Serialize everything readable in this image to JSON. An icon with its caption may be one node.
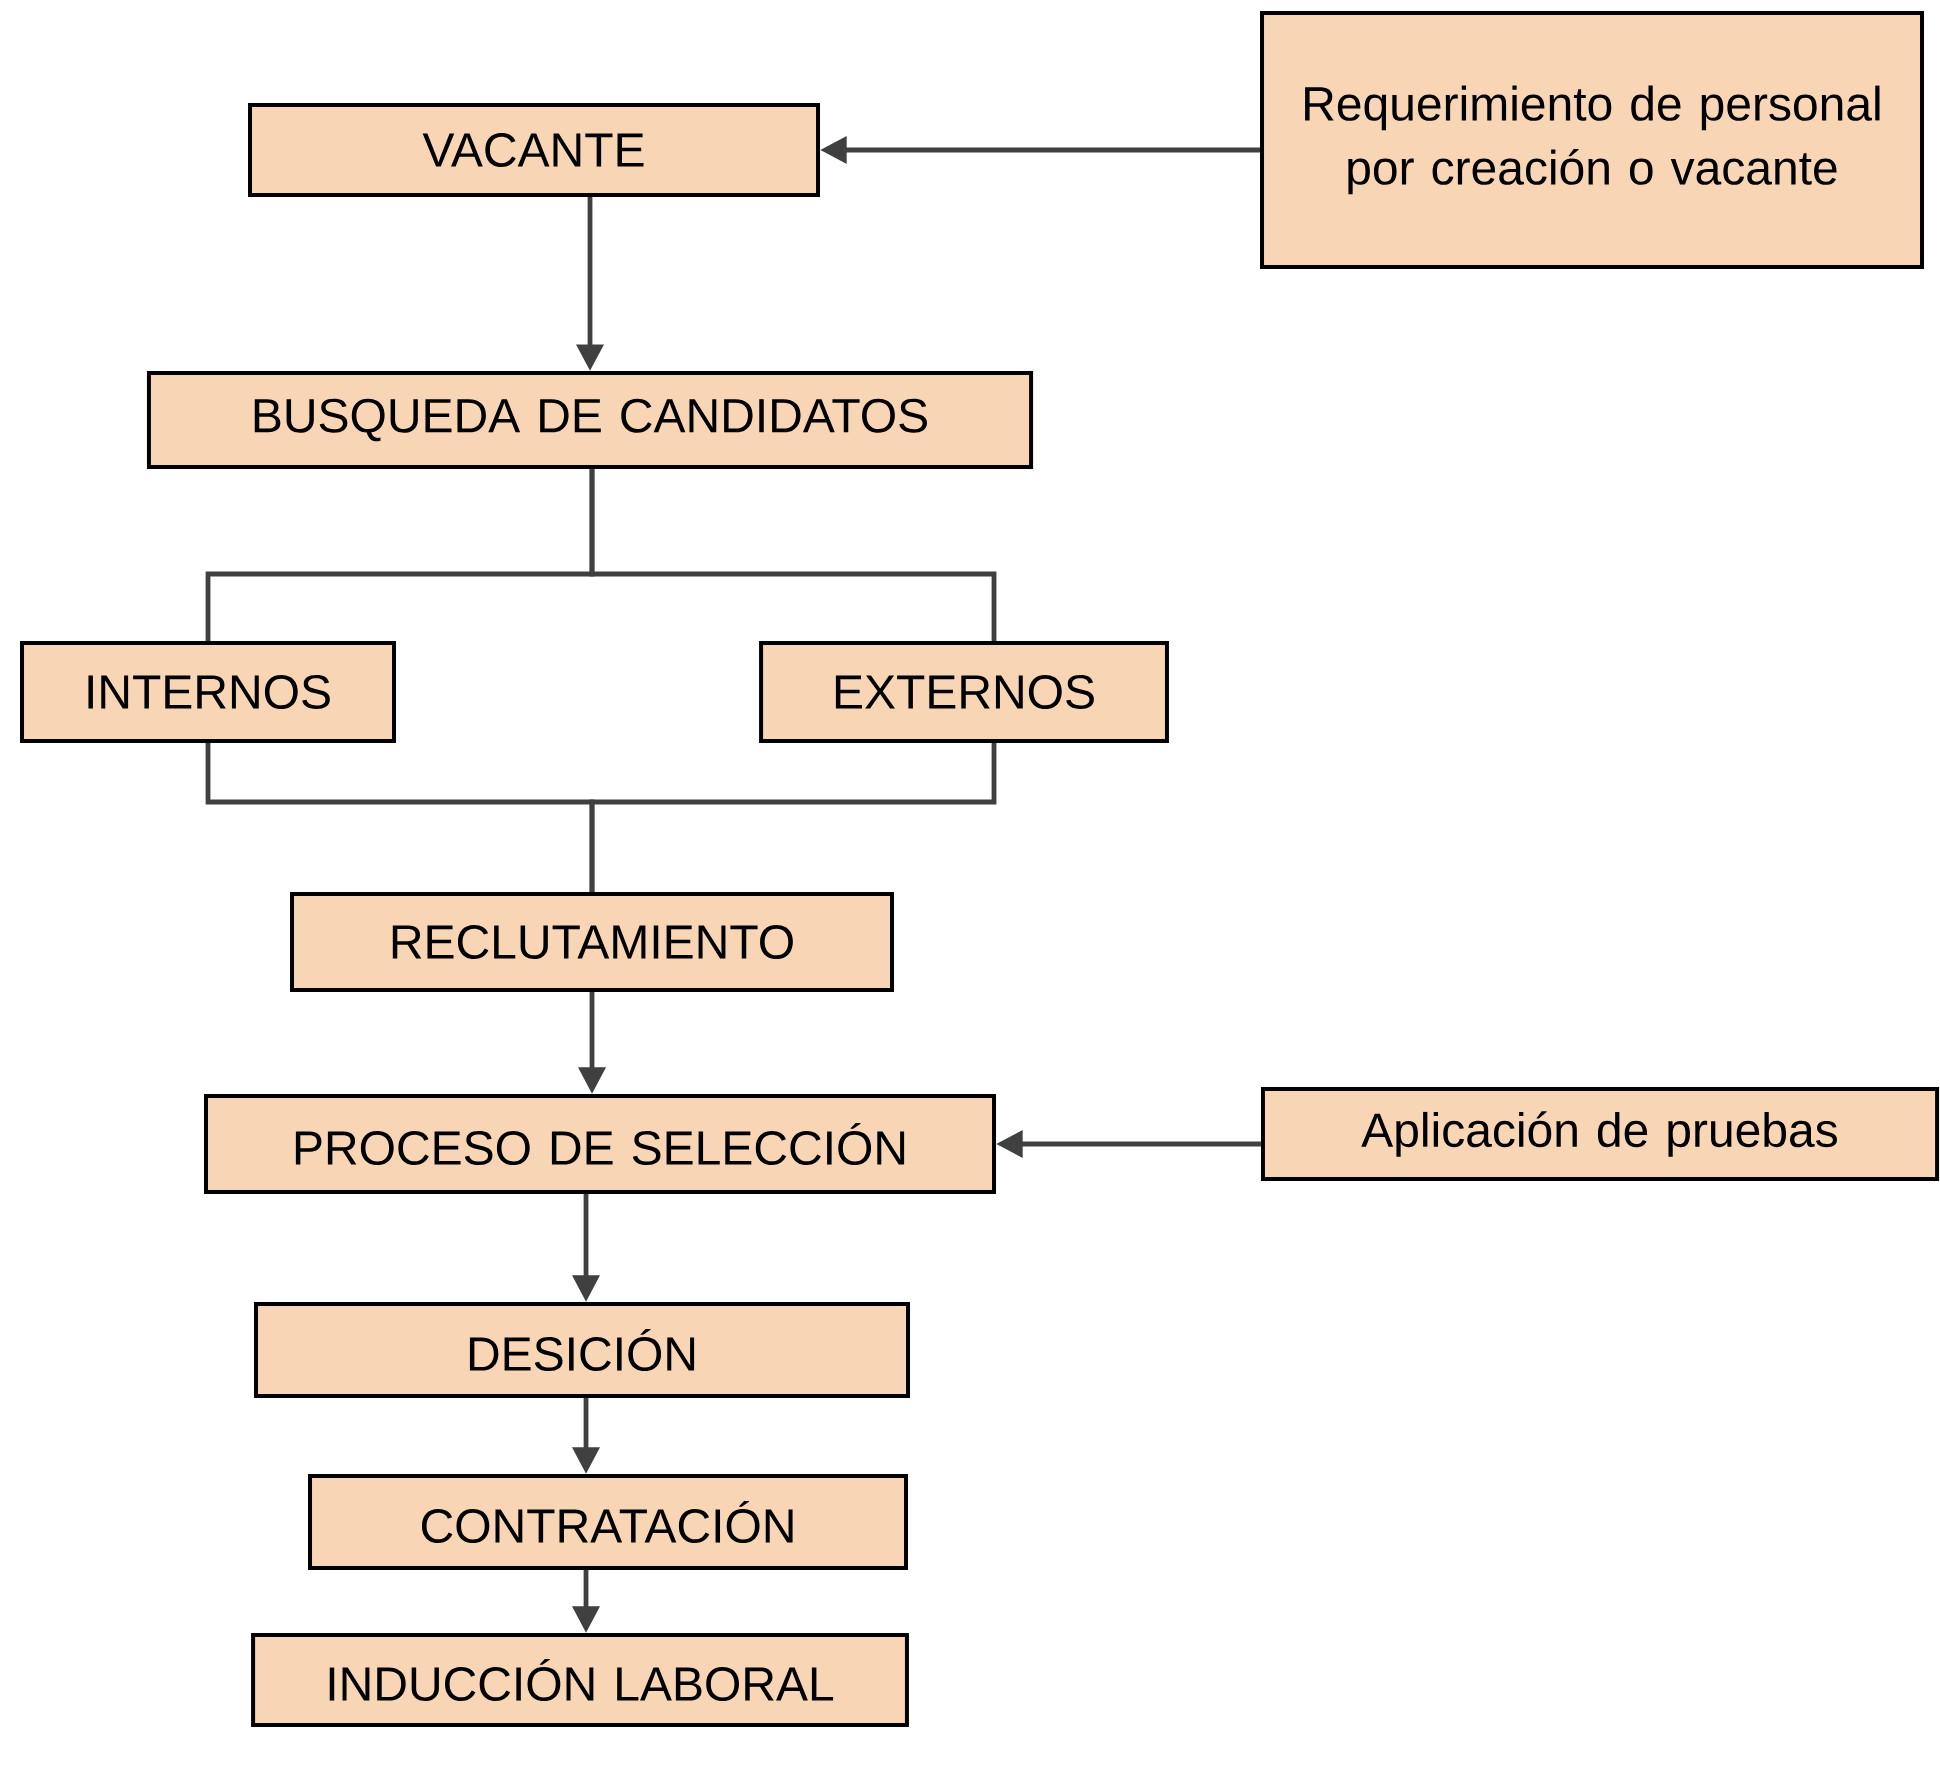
{
  "diagram": {
    "nodes": [
      {
        "text": [
          "VACANTE"
        ]
      },
      {
        "text": [
          "Requerimiento de personal por creación o vacante"
        ]
      },
      {
        "text": [
          "BUSQUEDA DE CANDIDATOS"
        ]
      },
      {
        "text": [
          "INTERNOS"
        ]
      },
      {
        "text": [
          "EXTERNOS"
        ]
      },
      {
        "text": [
          "RECLUTAMIENTO"
        ]
      },
      {
        "text": [
          "PROCESO DE SELECCIÓN"
        ]
      },
      {
        "text": [
          "Aplicación de pruebas"
        ]
      },
      {
        "text": [
          "DESICIÓN"
        ]
      },
      {
        "text": [
          "CONTRATACIÓN"
        ]
      },
      {
        "text": [
          "INDUCCIÓN LABORAL"
        ]
      }
    ],
    "edges": [
      {
        "from": 1,
        "to": 0,
        "arrow": "to"
      },
      {
        "from": 0,
        "to": 2,
        "arrow": "to"
      },
      {
        "from": 2,
        "to": 3,
        "arrow": "none"
      },
      {
        "from": 2,
        "to": 4,
        "arrow": "none"
      },
      {
        "from": 3,
        "to": 5,
        "arrow": "none"
      },
      {
        "from": 4,
        "to": 5,
        "arrow": "none"
      },
      {
        "from": 5,
        "to": 6,
        "arrow": "to"
      },
      {
        "from": 7,
        "to": 6,
        "arrow": "to"
      },
      {
        "from": 6,
        "to": 8,
        "arrow": "to"
      },
      {
        "from": 8,
        "to": 9,
        "arrow": "to"
      },
      {
        "from": 9,
        "to": 10,
        "arrow": "to"
      }
    ]
  }
}
